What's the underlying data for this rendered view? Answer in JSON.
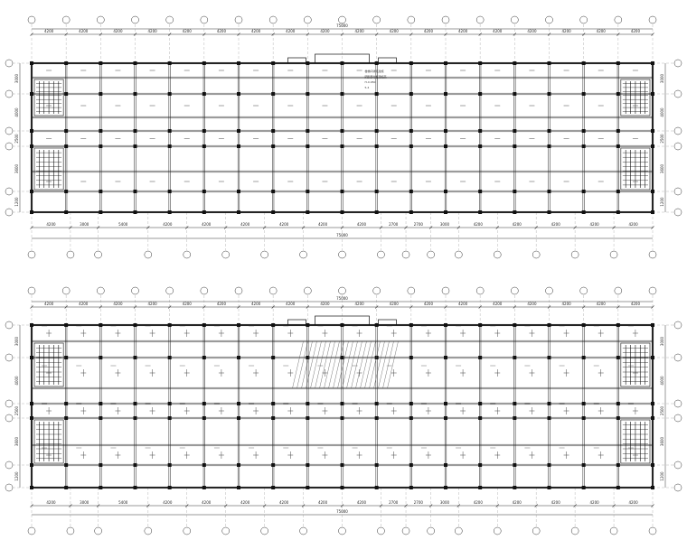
{
  "plans": [
    {
      "id": "upper",
      "top_dims": [
        "4200",
        "4200",
        "4200",
        "4200",
        "4200",
        "4200",
        "4200",
        "4200",
        "4200",
        "4200",
        "4200",
        "4200",
        "4200",
        "4200",
        "4200",
        "4200",
        "4200",
        "4200"
      ],
      "top_total": "75000",
      "bottom_dims": [
        "4200",
        "3000",
        "5400",
        "4200",
        "4200",
        "4200",
        "4200",
        "4200",
        "4200",
        "2700",
        "2700",
        "3000",
        "4200",
        "4200",
        "4200",
        "4200",
        "4200"
      ],
      "bottom_total": "75000",
      "left_dims": [
        "3000",
        "4000",
        "2500",
        "3600",
        "1200"
      ],
      "right_dims": [
        "3000",
        "4000",
        "2500",
        "3600",
        "1200"
      ],
      "notes": [
        "楼梯间详见建施",
        "阴影部分板顶标高",
        "H-0.050",
        "5.4"
      ]
    },
    {
      "id": "lower",
      "top_dims": [
        "4200",
        "4200",
        "4200",
        "4200",
        "4200",
        "4200",
        "4200",
        "4200",
        "4200",
        "4200",
        "4200",
        "4200",
        "4200",
        "4200",
        "4200",
        "4200",
        "4200",
        "4200"
      ],
      "top_total": "75000",
      "bottom_dims": [
        "4200",
        "3000",
        "5400",
        "4200",
        "4200",
        "4200",
        "4200",
        "4200",
        "4200",
        "2700",
        "2700",
        "3000",
        "4200",
        "4200",
        "4200",
        "4200",
        "4200"
      ],
      "bottom_total": "75000",
      "left_dims": [
        "3000",
        "4000",
        "2500",
        "3600",
        "1200"
      ],
      "right_dims": [
        "3000",
        "4000",
        "2500",
        "3600",
        "1200"
      ],
      "notes": []
    }
  ]
}
